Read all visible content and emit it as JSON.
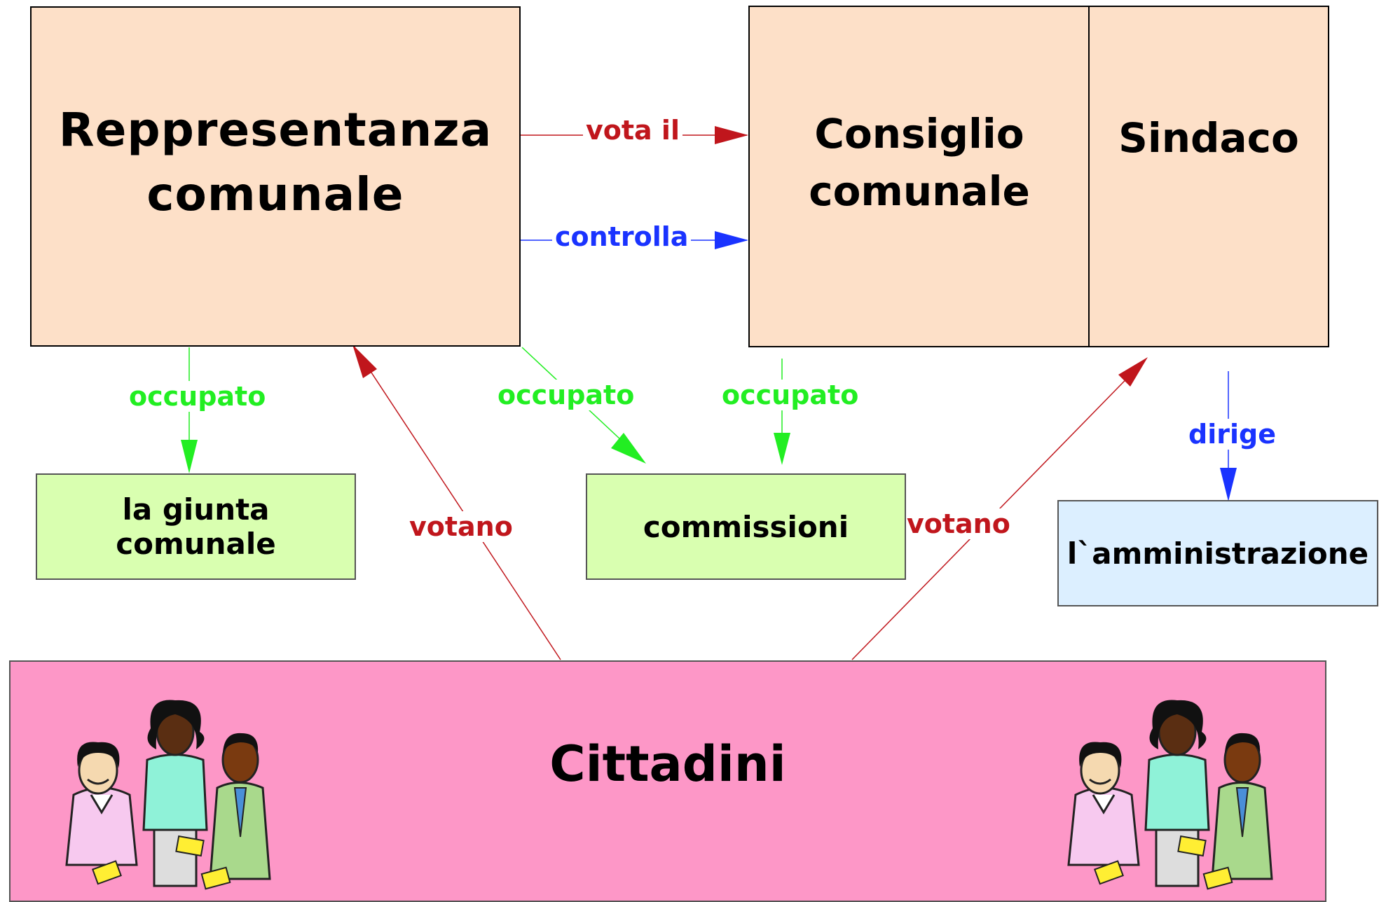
{
  "nodes": {
    "rappresentanza": {
      "line1": "Reppresentanza",
      "line2": "comunale"
    },
    "consiglio": {
      "line1": "Consiglio",
      "line2": "comunale"
    },
    "sindaco": "Sindaco",
    "giunta": "la giunta comunale",
    "commissioni": "commissioni",
    "amministrazione": "l`amministrazione",
    "cittadini": "Cittadini"
  },
  "edges": {
    "vota_il": "vota il",
    "controlla": "controlla",
    "occupato_giunta": "occupato",
    "occupato_commissioni_left": "occupato",
    "occupato_commissioni_right": "occupato",
    "dirige": "dirige",
    "votano_left": "votano",
    "votano_right": "votano"
  },
  "colors": {
    "peach": "#fde0c8",
    "light_green": "#d9ffb0",
    "light_blue": "#dcefff",
    "pink": "#fd97c7",
    "arrow_red": "#c0161c",
    "arrow_green": "#22ee22",
    "arrow_blue": "#1a33ff"
  },
  "decorations": [
    "people-group-icon",
    "people-group-icon"
  ]
}
